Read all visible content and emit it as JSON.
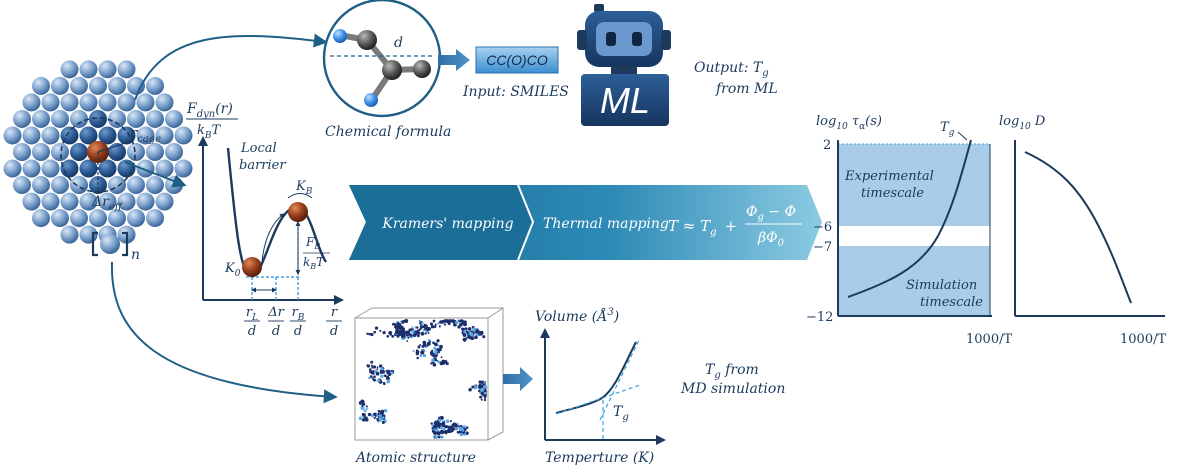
{
  "cluster": {
    "r_cage": "r",
    "r_cage_sub": "cage",
    "delta_r_eff": "Δr",
    "delta_r_eff_sub": "eff",
    "n_label": "n"
  },
  "formula": {
    "bond_label": "d",
    "caption": "Chemical formula",
    "smiles": "CC(O)CO",
    "input_label": "Input: SMILES",
    "ml_label": "ML",
    "output_line1": "Output: T",
    "output_line1_sub": "g",
    "output_line2": "from ML"
  },
  "potential": {
    "ylabel_num": "F",
    "ylabel_num_sub": "dyn",
    "ylabel_num_arg": "(r)",
    "ylabel_den": "k",
    "ylabel_den_sub": "B",
    "ylabel_den_tail": "T",
    "local_barrier_1": "Local",
    "local_barrier_2": "barrier",
    "K0": "K",
    "K0_sub": "0",
    "KB": "K",
    "KB_sub": "B",
    "FB_num": "F",
    "FB_num_sub": "B",
    "FB_den": "k",
    "FB_den_sub": "B",
    "FB_den_tail": "T",
    "x_ticks": [
      {
        "num": "r",
        "num_sub": "L",
        "den": "d"
      },
      {
        "num": "Δr",
        "num_sub": "",
        "den": "d"
      },
      {
        "num": "r",
        "num_sub": "B",
        "den": "d"
      },
      {
        "num": "r",
        "num_sub": "",
        "den": "d"
      }
    ]
  },
  "mapping": {
    "kramers": "Kramers' mapping",
    "thermal": "Thermal mapping",
    "eq_T": "T ≈ T",
    "eq_T_sub": "g",
    "eq_plus": "+",
    "eq_num": "Φ",
    "eq_num_sub": "g",
    "eq_num_tail": " − Φ",
    "eq_den": "βΦ",
    "eq_den_sub": "0"
  },
  "md": {
    "caption": "Atomic structure",
    "volume_label": "Volume (Å",
    "volume_sup": "3",
    "volume_tail": ")",
    "temp_label": "Temperture (K)",
    "tg_label": "T",
    "tg_sub": "g",
    "result_line1": "T",
    "result_line1_sub": "g",
    "result_line1_tail": " from",
    "result_line2": "MD simulation"
  },
  "tau_plot": {
    "ylabel": "log",
    "ylabel_sub": "10",
    "ylabel_tail": " τ",
    "ylabel_tail_sub": "α",
    "ylabel_end": "(s)",
    "tg_label": "T",
    "tg_sub": "g",
    "ticks": [
      "2",
      "−6",
      "−7",
      "−12"
    ],
    "exp_1": "Experimental",
    "exp_2": "timescale",
    "sim_1": "Simulation",
    "sim_2": "timescale",
    "xlabel": "1000/T",
    "band_color": "#a9cde8",
    "line_color": "#1b3a5c"
  },
  "d_plot": {
    "ylabel": "log",
    "ylabel_sub": "10",
    "ylabel_tail": " D",
    "xlabel": "1000/T"
  },
  "colors": {
    "navy": "#1b3a5c",
    "arrow_teal": "#1f5f86",
    "banner_dark": "#1a6e98",
    "banner_light": "#6ab8d6",
    "sphere_blue": "#6b98c8",
    "sphere_dark": "#244f86",
    "particle": "#8a3a1e"
  }
}
